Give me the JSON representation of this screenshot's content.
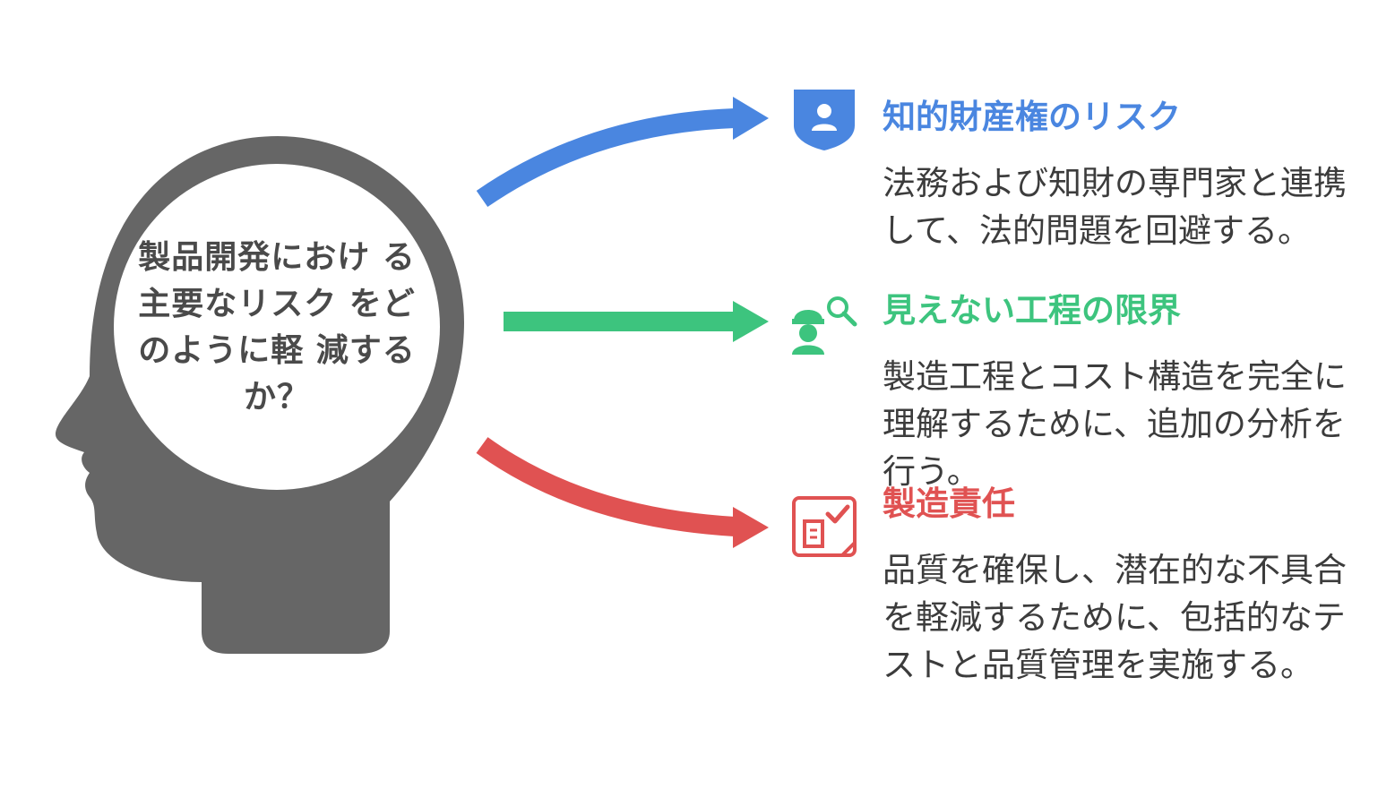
{
  "center_question": "製品開発におけ る主要なリスク をどのように軽 減するか？",
  "colors": {
    "head": "#666666",
    "ip": "#4a86e0",
    "process": "#3dc47e",
    "manufacturing": "#e05252",
    "description_text": "#3c3c3c"
  },
  "items": [
    {
      "title": "知的財産権のリスク",
      "description": "法務および知財の専門家と連携して、法的問題を回避する。",
      "icon": "user-shield-icon",
      "color": "#4a86e0"
    },
    {
      "title": "見えない工程の限界",
      "description": "製造工程とコスト構造を完全に理解するために、追加の分析を行う。",
      "icon": "worker-search-icon",
      "color": "#3dc47e"
    },
    {
      "title": "製造責任",
      "description": "品質を確保し、潜在的な不具合を軽減するために、包括的なテストと品質管理を実施する。",
      "icon": "building-checklist-icon",
      "color": "#e05252"
    }
  ]
}
